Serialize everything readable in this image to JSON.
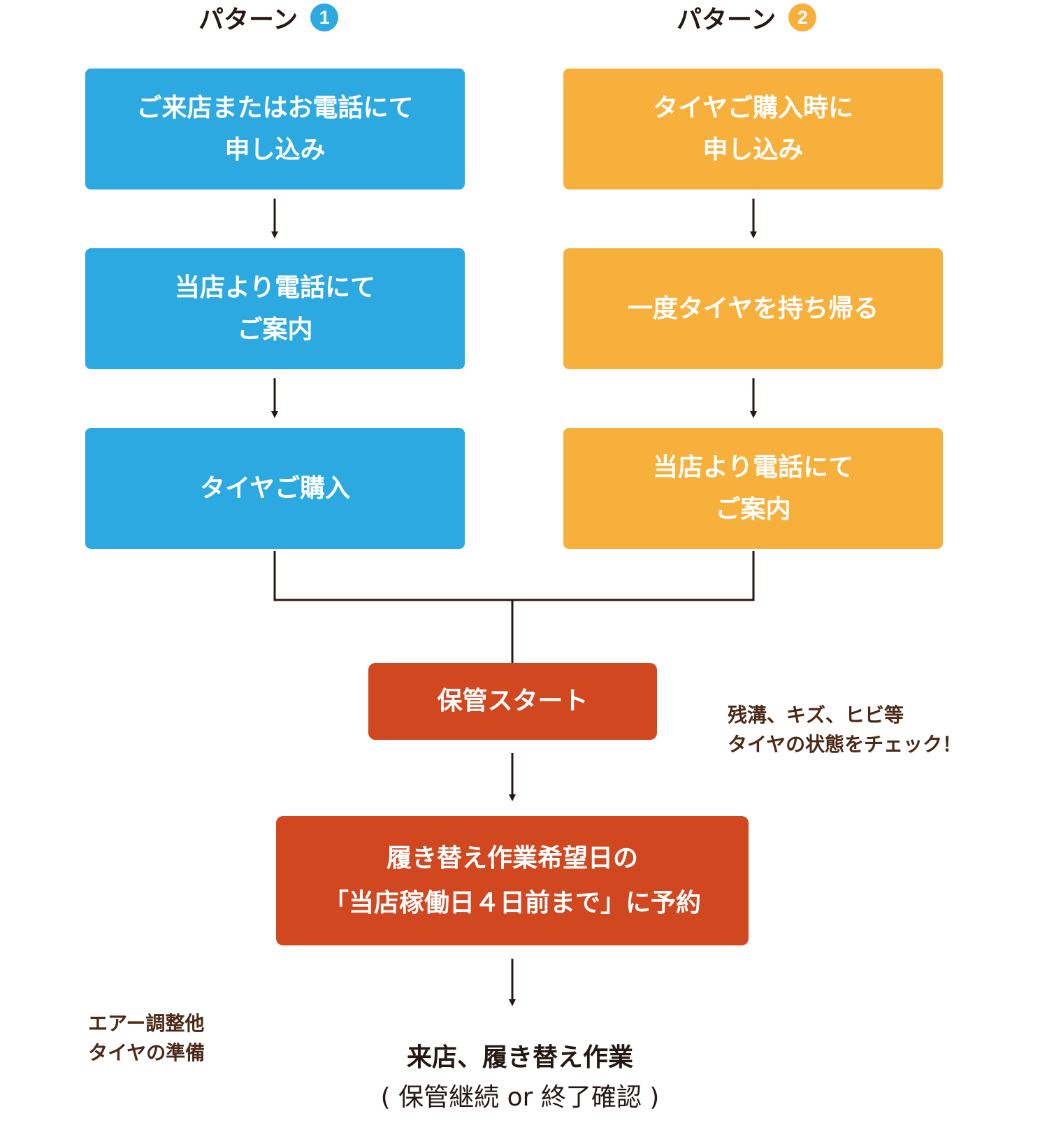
{
  "patterns": [
    {
      "title": "パターン",
      "badge": "1",
      "color": "#2ca9e1",
      "steps": [
        {
          "lines": [
            "ご来店またはお電話にて",
            "申し込み"
          ]
        },
        {
          "lines": [
            "当店より電話にて",
            "ご案内"
          ]
        },
        {
          "lines": [
            "タイヤご購入"
          ]
        }
      ]
    },
    {
      "title": "パターン",
      "badge": "2",
      "color": "#f8b03c",
      "steps": [
        {
          "lines": [
            "タイヤご購入時に",
            "申し込み"
          ]
        },
        {
          "lines": [
            "一度タイヤを持ち帰る"
          ]
        },
        {
          "lines": [
            "当店より電話にて",
            "ご案内"
          ]
        }
      ]
    }
  ],
  "storage_start": "保管スタート",
  "booking": {
    "lines": [
      "履き替え作業希望日の",
      "「当店稼働日４日前まで」に予約"
    ]
  },
  "final": {
    "title": "来店、履き替え作業",
    "subtitle": "( 保管継続 or 終了確認 )"
  },
  "notes": {
    "check": [
      "残溝、キズ、ヒビ等",
      "タイヤの状態をチェック！"
    ],
    "prep": [
      "エアー調整他",
      "タイヤの準備"
    ]
  },
  "colors": {
    "blue": "#2ca9e1",
    "orange": "#f8b03c",
    "red": "#d04720",
    "note": "#4b2a18"
  }
}
